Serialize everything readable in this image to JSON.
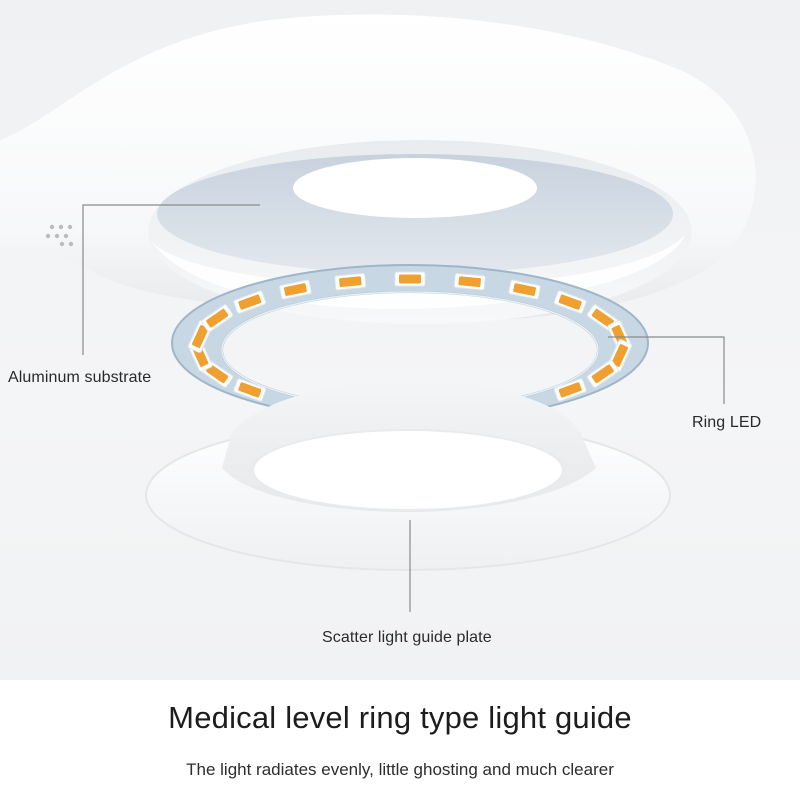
{
  "labels": {
    "aluminum_substrate": "Aluminum substrate",
    "ring_led": "Ring LED",
    "scatter_plate": "Scatter light guide plate"
  },
  "caption": {
    "headline": "Medical level ring type light guide",
    "subline": "The light radiates evenly, little ghosting and much clearer"
  },
  "colors": {
    "background": "#f2f3f4",
    "lamp_body": "#ffffff",
    "diffuser_blue": "#d5dde6",
    "substrate_blue": "#c9d8e4",
    "led_amber": "#f0a030",
    "leader_line": "#8a8a8a"
  }
}
